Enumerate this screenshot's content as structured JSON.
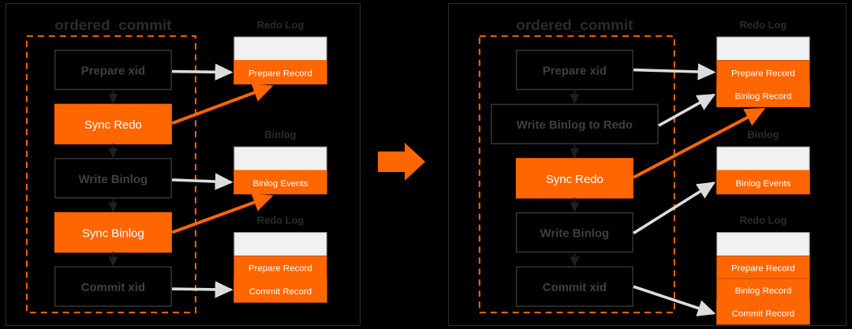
{
  "diagram": {
    "title_left": "ordered_commit",
    "title_right": "ordered_commit",
    "accent_orange": "#FF6600",
    "background": "#000000",
    "empty_slot_color": "#F1F1F1",
    "step_text_inactive": "#3c4043",
    "step_text_active": "#ffffff",
    "arrow_gray": "#DCDCDC",
    "dash_border": "#FF6600",
    "transition_arrow_name": "right-arrow"
  },
  "left": {
    "group_title": "ordered_commit",
    "steps": [
      {
        "label": "Prepare xid",
        "active": false
      },
      {
        "label": "Sync Redo",
        "active": true
      },
      {
        "label": "Write Binlog",
        "active": false
      },
      {
        "label": "Sync Binlog",
        "active": true
      },
      {
        "label": "Commit xid",
        "active": false
      }
    ],
    "stores": [
      {
        "title": "Redo Log",
        "records": [
          "Prepare Record"
        ]
      },
      {
        "title": "Binlog",
        "records": [
          "Binlog Events"
        ]
      },
      {
        "title": "Redo Log",
        "records": [
          "Prepare Record",
          "Commit Record"
        ]
      }
    ]
  },
  "right": {
    "group_title": "ordered_commit",
    "steps": [
      {
        "label": "Prepare xid",
        "active": false
      },
      {
        "label": "Write Binlog to Redo",
        "active": false
      },
      {
        "label": "Sync Redo",
        "active": true
      },
      {
        "label": "Write Binlog",
        "active": false
      },
      {
        "label": "Commit xid",
        "active": false
      }
    ],
    "stores": [
      {
        "title": "Redo Log",
        "records": [
          "Prepare Record",
          "Binlog Record"
        ]
      },
      {
        "title": "Binlog",
        "records": [
          "Binlog Events"
        ]
      },
      {
        "title": "Redo Log",
        "records": [
          "Prepare Record",
          "Binlog Record",
          "Commit Record"
        ]
      }
    ]
  }
}
